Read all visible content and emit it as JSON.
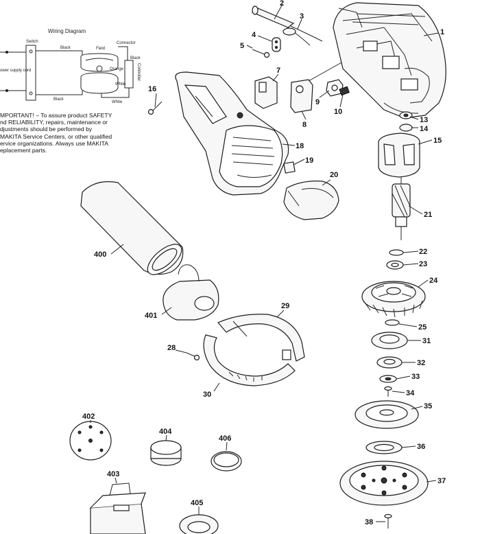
{
  "wiring": {
    "title": "Wiring Diagram",
    "switch": "Switch",
    "field": "Field",
    "connector": "Connector",
    "black_top": "Black",
    "black_right": "Black",
    "black_bottom": "Black",
    "orange": "Orange",
    "white_mid": "White",
    "white_bottom": "White",
    "supply": "ower supply cord",
    "controller": "Controller"
  },
  "note_lines": [
    "MPORTANT! – To assure product SAFETY",
    "nd RELIABILITY, repairs, maintenance or",
    "djustments should be performed by",
    "MAKITA Service Centers, or other qualified",
    "ervice organizations. Always use MAKITA",
    "eplacement parts."
  ],
  "parts": [
    {
      "id": "p1",
      "label": "1"
    },
    {
      "id": "p2",
      "label": "2"
    },
    {
      "id": "p3",
      "label": "3"
    },
    {
      "id": "p4",
      "label": "4"
    },
    {
      "id": "p5",
      "label": "5"
    },
    {
      "id": "p7",
      "label": "7"
    },
    {
      "id": "p8",
      "label": "8"
    },
    {
      "id": "p9",
      "label": "9"
    },
    {
      "id": "p10",
      "label": "10"
    },
    {
      "id": "p13",
      "label": "13"
    },
    {
      "id": "p14",
      "label": "14"
    },
    {
      "id": "p15",
      "label": "15"
    },
    {
      "id": "p16",
      "label": "16"
    },
    {
      "id": "p18",
      "label": "18"
    },
    {
      "id": "p19",
      "label": "19"
    },
    {
      "id": "p20",
      "label": "20"
    },
    {
      "id": "p21",
      "label": "21"
    },
    {
      "id": "p22",
      "label": "22"
    },
    {
      "id": "p23",
      "label": "23"
    },
    {
      "id": "p24",
      "label": "24"
    },
    {
      "id": "p25",
      "label": "25"
    },
    {
      "id": "p28",
      "label": "28"
    },
    {
      "id": "p29",
      "label": "29"
    },
    {
      "id": "p30",
      "label": "30"
    },
    {
      "id": "p31",
      "label": "31"
    },
    {
      "id": "p32",
      "label": "32"
    },
    {
      "id": "p33",
      "label": "33"
    },
    {
      "id": "p34",
      "label": "34"
    },
    {
      "id": "p35",
      "label": "35"
    },
    {
      "id": "p36",
      "label": "36"
    },
    {
      "id": "p37",
      "label": "37"
    },
    {
      "id": "p38",
      "label": "38"
    },
    {
      "id": "p400",
      "label": "400"
    },
    {
      "id": "p401",
      "label": "401"
    },
    {
      "id": "p402",
      "label": "402"
    },
    {
      "id": "p403",
      "label": "403"
    },
    {
      "id": "p404",
      "label": "404"
    },
    {
      "id": "p405",
      "label": "405"
    },
    {
      "id": "p406",
      "label": "406"
    }
  ]
}
